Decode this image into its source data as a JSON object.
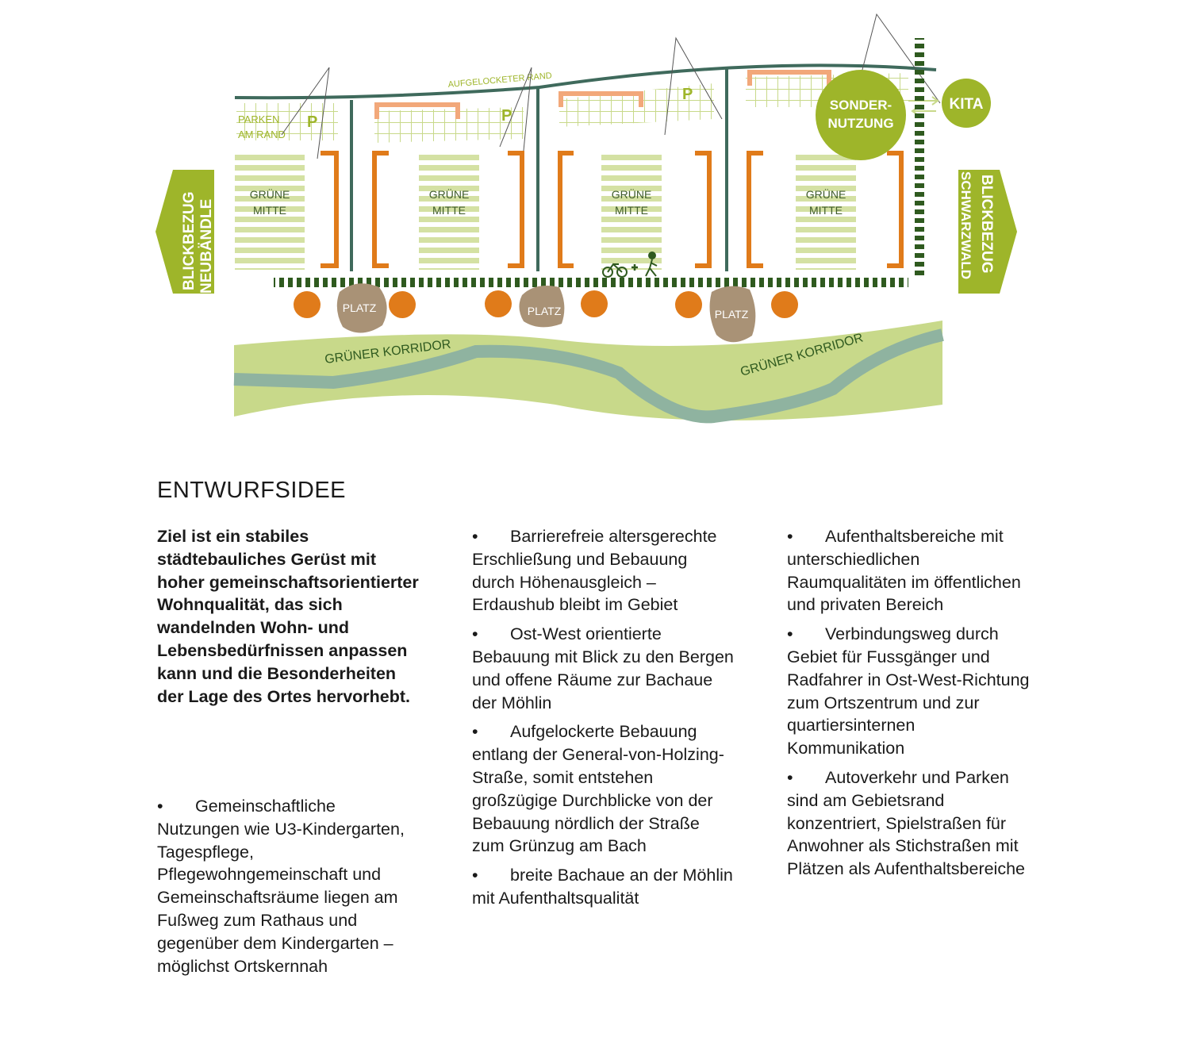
{
  "diagram": {
    "top_label": "AUFGELOCKETER RAND",
    "parking_label": [
      "PARKEN",
      "AM RAND"
    ],
    "parking_symbol": "P",
    "green_center": [
      "GRÜNE",
      "MITTE"
    ],
    "platz": "PLATZ",
    "corridor": "GRÜNER KORRIDOR",
    "sondernutzung": [
      "SONDER-",
      "NUTZUNG"
    ],
    "kita": "KITA",
    "left_arrow": [
      "BLICKBEZUG",
      "NEUBÄNDLE"
    ],
    "right_arrow": [
      "BLICKBEZUG",
      "SCHWARZWALD"
    ],
    "colors": {
      "street": "#3f6a5c",
      "orange": "#e07b1a",
      "light_orange": "#f2a87a",
      "light_green": "#c8d98a",
      "lime": "#9eb52a",
      "dark_green": "#2f5a1f",
      "water": "#8fb3a0",
      "platz": "#a99276",
      "stripe": "#d4e1a3"
    }
  },
  "text": {
    "heading": "ENTWURFSIDEE",
    "intro": "Ziel ist ein stabiles städtebauliches Gerüst mit hoher gemeinschaftsorientierter Wohnqualität, das sich wandelnden Wohn- und Lebensbedürfnissen anpassen kann und die Besonderheiten der Lage des Ortes hervorhebt.",
    "bullet_symbol": "•",
    "col1": [
      "Gemeinschaftliche Nutzungen wie U3-Kindergarten, Tagespflege, Pflegewohngemeinschaft und Gemeinschaftsräume liegen am Fußweg zum Rathaus und gegenüber dem Kindergarten – möglichst Ortskernnah"
    ],
    "col2": [
      "Barrierefreie altersgerechte Erschließung und Bebauung durch Höhenausgleich – Erdaushub bleibt im Gebiet",
      "Ost-West orientierte Bebauung mit Blick zu den Bergen und offene Räume zur Bachaue der Möhlin",
      "Aufgelockerte Bebauung entlang der General-von-Holzing-Straße, somit entstehen großzügige Durchblicke von der Bebauung nördlich der Straße zum Grünzug am Bach",
      "breite Bachaue an der Möhlin mit Aufenthaltsqualität"
    ],
    "col3": [
      "Aufenthaltsbereiche mit unterschiedlichen Raumqualitäten im öffentlichen und privaten Bereich",
      "Verbindungsweg durch Gebiet für Fussgänger und Radfahrer in Ost-West-Richtung zum Ortszentrum und zur quartiersinternen Kommunikation",
      "Autoverkehr und Parken sind am Gebietsrand konzentriert, Spielstraßen für Anwohner als Stichstraßen mit Plätzen als Aufenthaltsbereiche"
    ]
  }
}
